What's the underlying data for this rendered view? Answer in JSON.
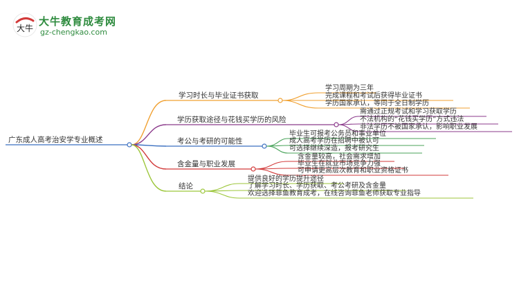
{
  "header": {
    "logo_text": "大牛教育成考网",
    "logo_url": "gz-chengkao.com",
    "logo_mark_text": "大牛"
  },
  "colors": {
    "orange": "#f0a030",
    "purple": "#8b3a8b",
    "blue": "#3a6fc0",
    "green": "#49a35a",
    "red": "#d23a3a",
    "lime": "#9cc63a"
  },
  "mindmap": {
    "root": "广东成人高考治安学专业概述",
    "branches": [
      {
        "label": "学习时长与毕业证书获取",
        "children": [
          "学习周期为三年",
          "完成课程和考试后获得毕业证书",
          "学历国家承认，等同于全日制学历"
        ]
      },
      {
        "label": "学历获取途径与花钱买学历的风险",
        "children": [
          "需通过正规考试和学习获取学历",
          "不法机构的“花钱买学历”方式违法",
          "非法学历不被国家承认，影响职业发展"
        ]
      },
      {
        "label": "考公与考研的可能性",
        "children": [
          "毕业生可报考公务员和事业单位",
          "成人高考学历在招聘中被认可",
          "可选择继续深造，报考研究生"
        ]
      },
      {
        "label": "含金量与职业发展",
        "children": [
          "含金量较高，社会需求增加",
          "毕业生在就业市场竞争力强",
          "可申请更高层次教育和职业资格证书"
        ]
      },
      {
        "label": "结论",
        "children": [
          "提供良好的学历提升途径",
          "了解学习时长、学历获取、考公考研及含金量",
          "欢迎选择菲鱼教育成考，在线咨询菲鱼老师获取专业指导"
        ]
      }
    ]
  }
}
